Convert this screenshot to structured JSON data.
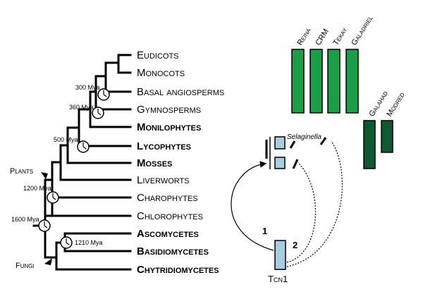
{
  "taxa": [
    {
      "label": "Eudicots",
      "bold": false
    },
    {
      "label": "Monocots",
      "bold": false
    },
    {
      "label": "Basal angiosperms",
      "bold": false
    },
    {
      "label": "Gymnosperms",
      "bold": false
    },
    {
      "label": "Monilophytes",
      "bold": true
    },
    {
      "label": "Lycophytes",
      "bold": true
    },
    {
      "label": "Mosses",
      "bold": true
    },
    {
      "label": "Liverworts",
      "bold": false
    },
    {
      "label": "Charophytes",
      "bold": false
    },
    {
      "label": "Chlorophytes",
      "bold": false
    },
    {
      "label": "Ascomycetes",
      "bold": true
    },
    {
      "label": "Basidiomycetes",
      "bold": true
    },
    {
      "label": "Chytridiomycetes",
      "bold": true
    }
  ],
  "ages": [
    "300 Mya",
    "360 Mya",
    "500 Mya",
    "1200 Mya",
    "1600 Mya",
    "1210 Mya"
  ],
  "groups": {
    "plants": "Plants",
    "fungi": "Fungi"
  },
  "elements_light": [
    "Reina",
    "CRM",
    "Tekay",
    "Galadriel"
  ],
  "elements_dark": [
    "Galahad",
    "Modred"
  ],
  "selaginella": "Selaginella",
  "tcn1": "Tcn1",
  "transfer_numbers": [
    "1",
    "2"
  ],
  "colors": {
    "light_green": "#1a9e48",
    "dark_green": "#0f5a35",
    "light_blue": "#a9cde0"
  }
}
